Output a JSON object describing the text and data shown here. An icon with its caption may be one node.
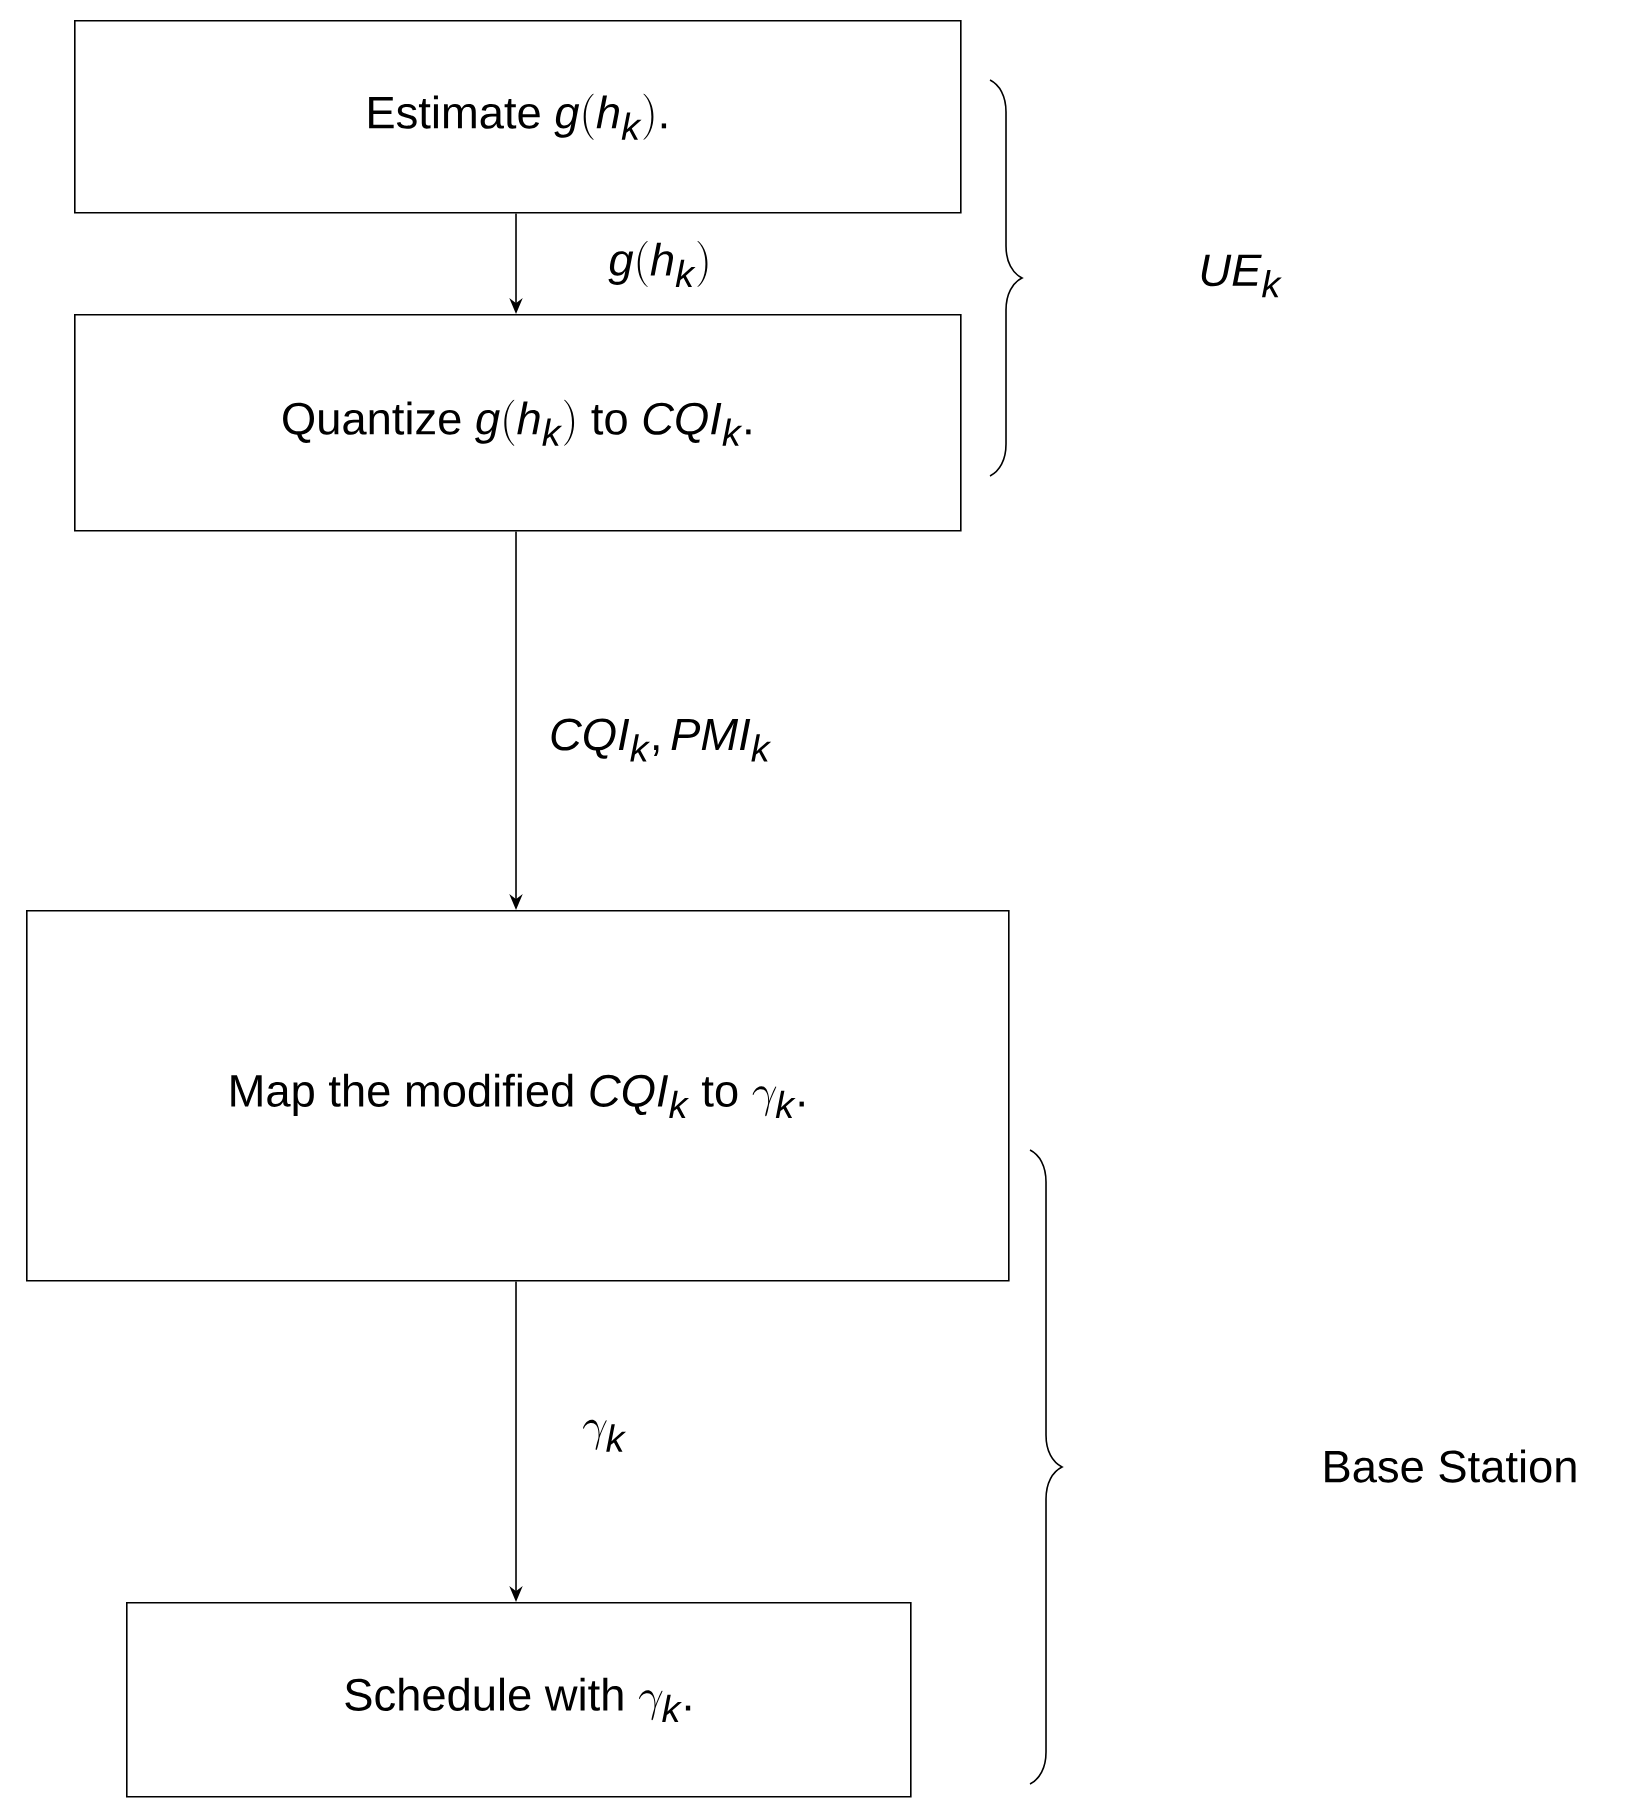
{
  "diagram": {
    "nodes": [
      {
        "text": [
          "\\text{Estimate }g(h_k)."
        ]
      },
      {
        "text": [
          "\\text{Quantize }g(h_k)\\text{ to }CQI_k."
        ]
      },
      {
        "text": [
          "\\text{Map the modified }CQI_k\\text{ to }\\gamma_k."
        ]
      },
      {
        "text": [
          "\\text{Schedule with }\\gamma_k."
        ]
      }
    ],
    "edges": [
      {
        "from": 0,
        "to": 1,
        "arrow": "to",
        "label": "g(h_k)"
      },
      {
        "from": 1,
        "to": 2,
        "arrow": "to",
        "label": "CQI_k, PMI_k"
      },
      {
        "from": 2,
        "to": 3,
        "arrow": "to",
        "label": "\\gamma_k"
      }
    ],
    "labels": [
      "UE_k",
      "Base Station"
    ]
  }
}
